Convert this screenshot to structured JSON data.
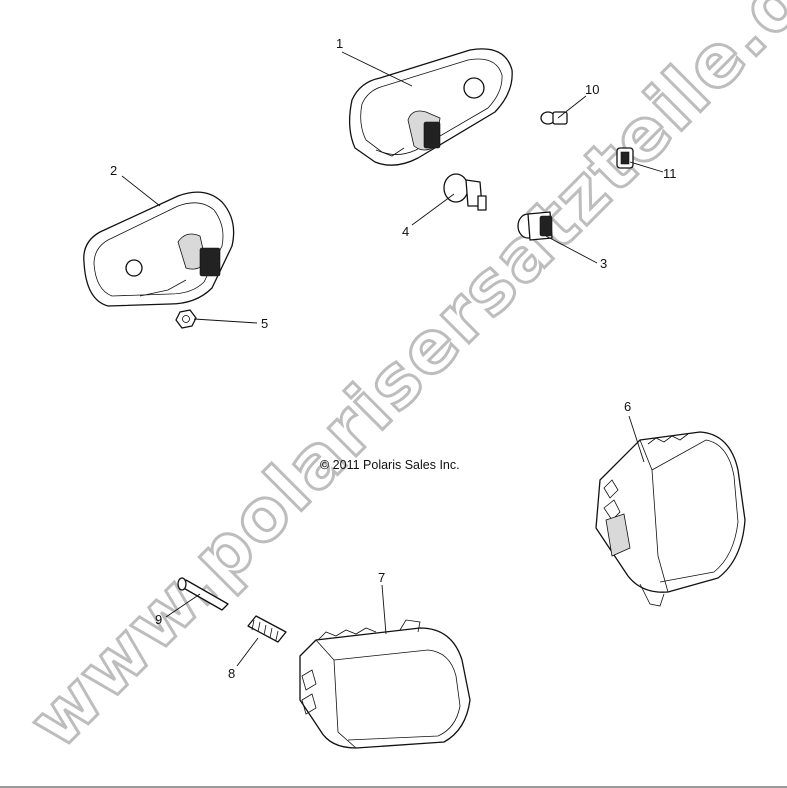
{
  "copyright": "© 2011 Polaris Sales Inc.",
  "watermark": "www.polarisersatzteile.de",
  "callouts": [
    {
      "id": "1",
      "label": "1"
    },
    {
      "id": "2",
      "label": "2"
    },
    {
      "id": "3",
      "label": "3"
    },
    {
      "id": "4",
      "label": "4"
    },
    {
      "id": "5",
      "label": "5"
    },
    {
      "id": "6",
      "label": "6"
    },
    {
      "id": "7",
      "label": "7"
    },
    {
      "id": "8",
      "label": "8"
    },
    {
      "id": "9",
      "label": "9"
    },
    {
      "id": "10",
      "label": "10"
    },
    {
      "id": "11",
      "label": "11"
    }
  ]
}
